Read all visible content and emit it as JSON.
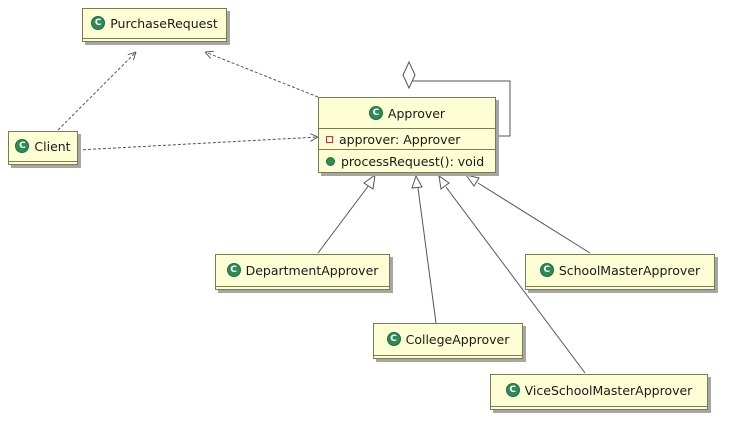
{
  "classes": {
    "purchase_request": "PurchaseRequest",
    "client": "Client",
    "approver": "Approver",
    "department_approver": "DepartmentApprover",
    "college_approver": "CollegeApprover",
    "vice_school_master_approver": "ViceSchoolMasterApprover",
    "school_master_approver": "SchoolMasterApprover"
  },
  "approver_members": {
    "field": "approver: Approver",
    "method": "processRequest(): void"
  },
  "icons": {
    "class": "class-icon",
    "private_field": "private-field-icon",
    "public_method": "public-method-icon"
  },
  "colors": {
    "box_fill": "#fefed4",
    "box_border": "#7b7b52",
    "class_icon": "#2e8b57",
    "private_marker": "#c0392b"
  }
}
